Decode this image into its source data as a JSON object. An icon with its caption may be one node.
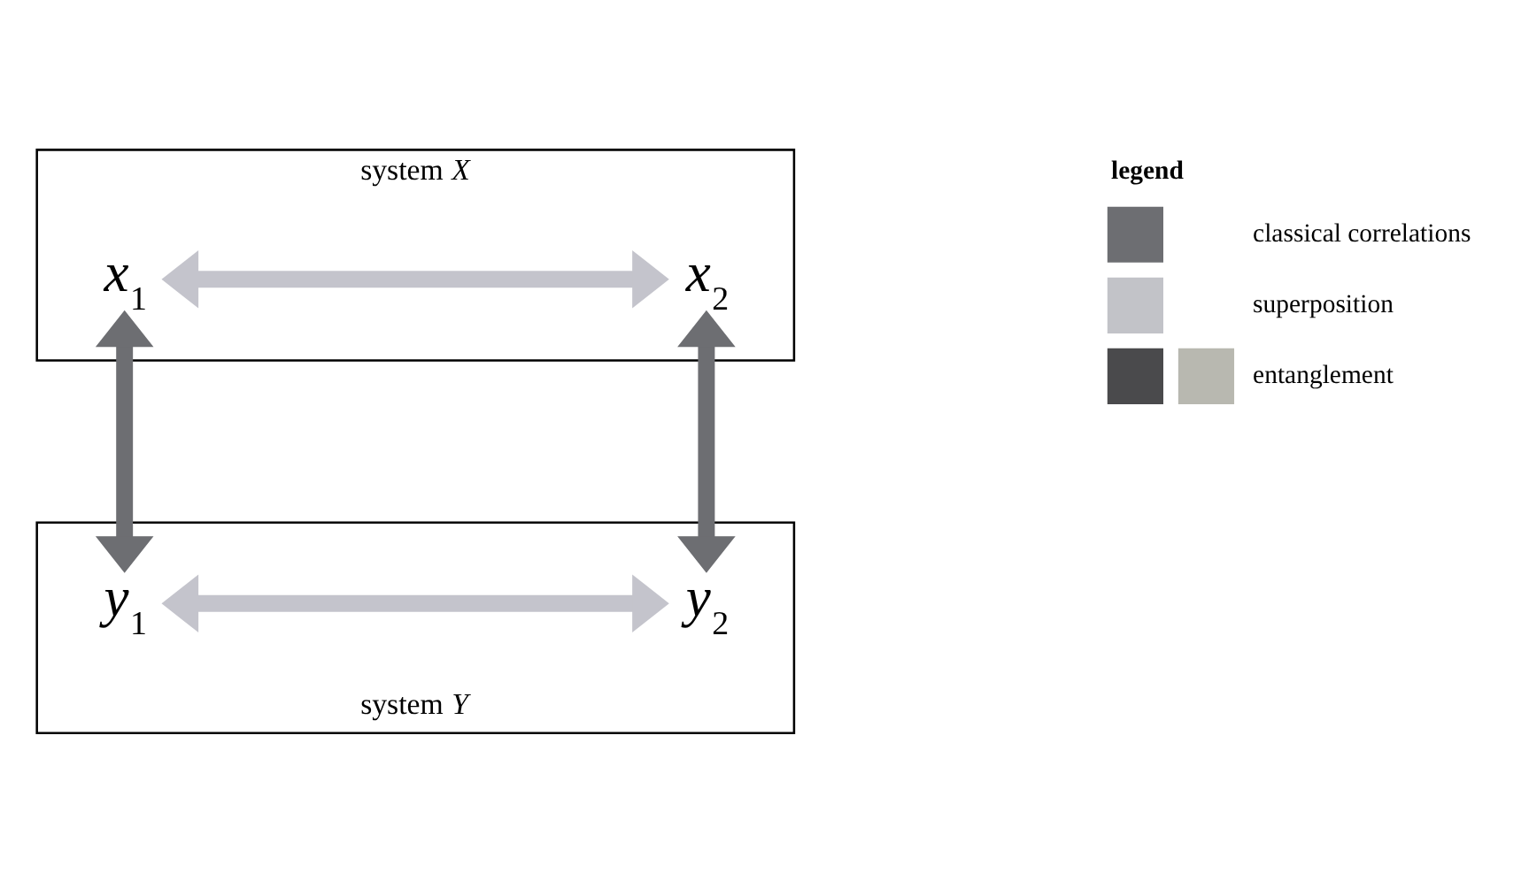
{
  "diagram": {
    "nodes": [
      {
        "text": [
          "system *X*"
        ]
      },
      {
        "text": [
          "*x*$_{1}$"
        ],
        "in": 0
      },
      {
        "text": [
          "*x*$_{2}$"
        ],
        "in": 0
      },
      {
        "text": [
          "system *Y*"
        ]
      },
      {
        "text": [
          "*y*$_{1}$"
        ],
        "in": 3
      },
      {
        "text": [
          "*y*$_{2}$"
        ],
        "in": 3
      }
    ],
    "edges": [
      {
        "from": 1,
        "to": 2,
        "arrow": "both",
        "color": "#c4c4cc"
      },
      {
        "from": 1,
        "to": 4,
        "arrow": "both"
      },
      {
        "from": 2,
        "to": 5,
        "arrow": "both"
      },
      {
        "from": 4,
        "to": 5,
        "arrow": "both",
        "color": "#c4c4cc"
      }
    ],
    "labels": [
      "legend"
    ],
    "legend": [
      {
        "text": "classical correlations",
        "color": "#6d6e72"
      },
      {
        "text": "superposition",
        "color": "#c2c3c8"
      },
      {
        "text": "entanglement"
      }
    ]
  }
}
